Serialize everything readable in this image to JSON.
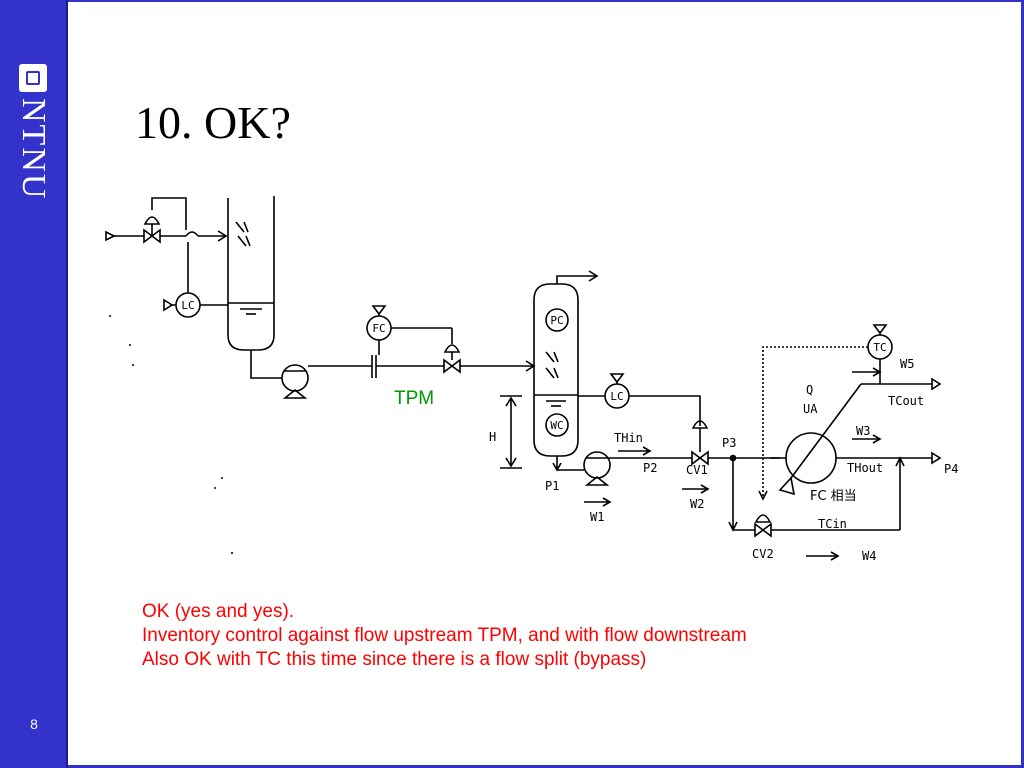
{
  "slide": {
    "title": "10. OK?",
    "page_number": "8",
    "logo_text": "NTNU"
  },
  "diagram": {
    "tpm_label": "TPM",
    "labels": {
      "lc1": "LC",
      "fc1": "FC",
      "pc": "PC",
      "wc": "WC",
      "lc2": "LC",
      "tc": "TC",
      "h": "H",
      "p1": "P1",
      "w1": "W1",
      "thin": "THin",
      "p2": "P2",
      "cv1": "CV1",
      "w2": "W2",
      "p3": "P3",
      "q": "Q",
      "ua": "UA",
      "w5": "W5",
      "tcout": "TCout",
      "w3": "W3",
      "thout": "THout",
      "p4": "P4",
      "fc_note": "FC 相当",
      "tcin": "TCin",
      "cv2": "CV2",
      "w4": "W4"
    }
  },
  "notes": [
    "OK (yes and yes).",
    "Inventory control against flow upstream TPM, and with flow downstream",
    "Also OK with TC this time since there is a flow split (bypass)"
  ],
  "colors": {
    "sidebar": "#3333cc",
    "notes": "#ff0000",
    "tpm": "#009900"
  }
}
